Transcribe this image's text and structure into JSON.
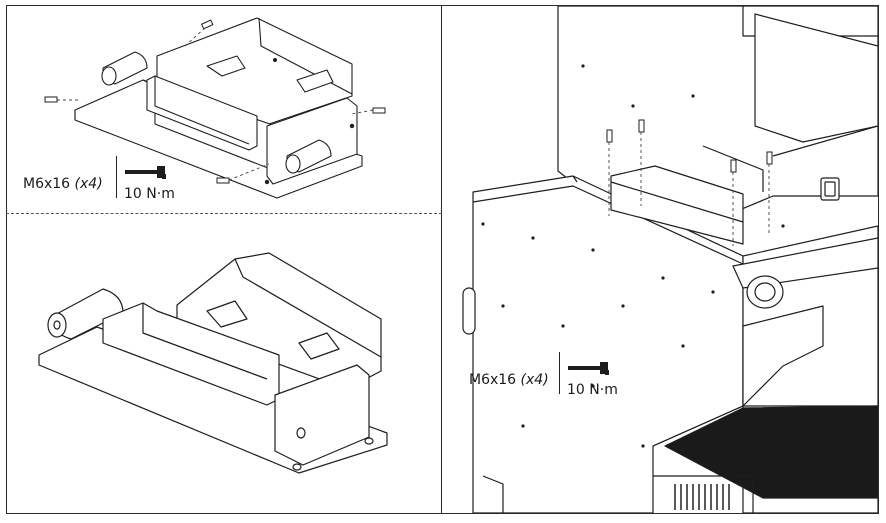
{
  "steps": [
    {
      "id": "explode",
      "screw": {
        "size": "M6x16",
        "qty": "(x4)"
      },
      "torque": "10 N·m",
      "wrench_icon": "torque-wrench-icon"
    },
    {
      "id": "assembled"
    },
    {
      "id": "mount",
      "screw": {
        "size": "M6x16",
        "qty": "(x4)"
      },
      "torque": "10 N·m",
      "wrench_icon": "torque-wrench-icon"
    }
  ],
  "colors": {
    "line": "#1e1e1e",
    "fill": "#ffffff",
    "vent": "#222222"
  }
}
